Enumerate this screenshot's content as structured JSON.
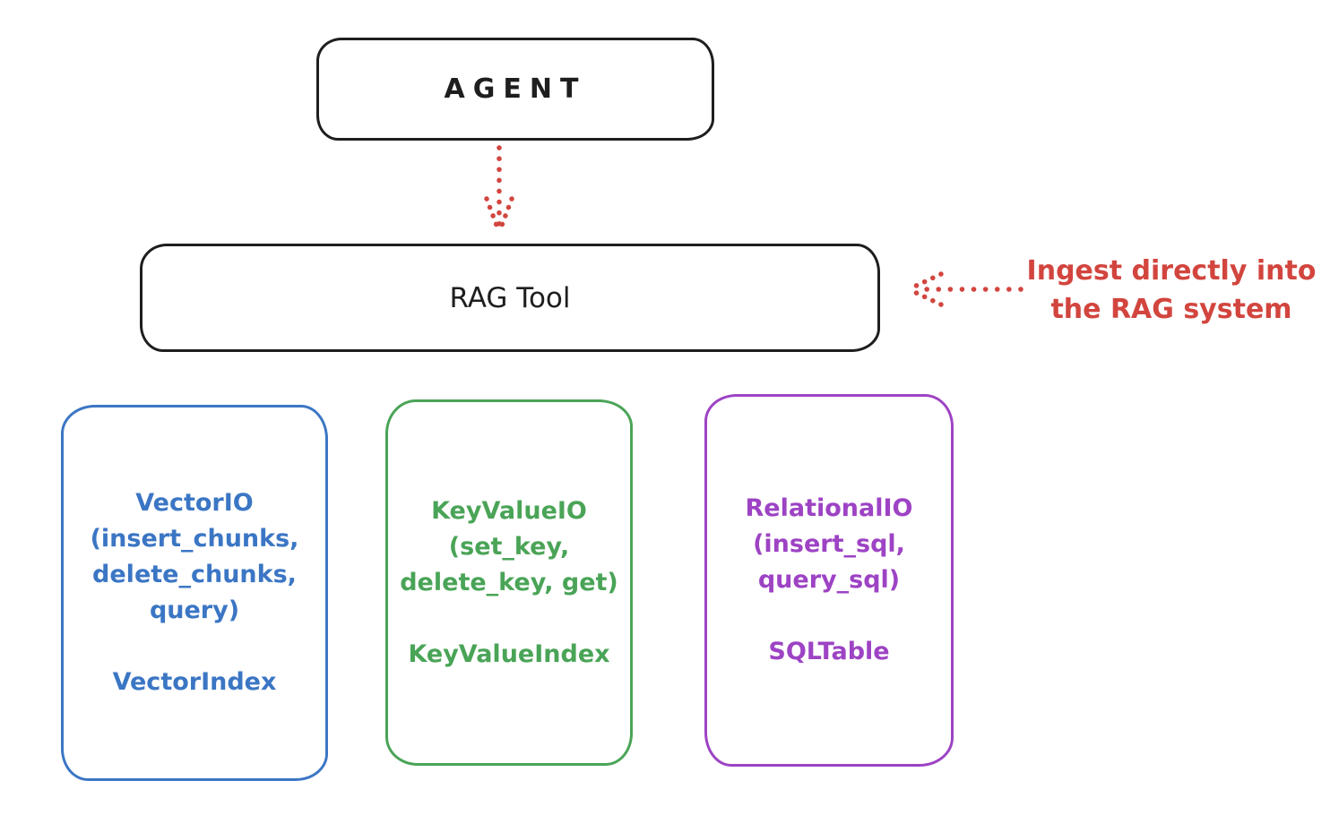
{
  "canvas": {
    "background": "#ffffff"
  },
  "colors": {
    "black_stroke": "#1e1e1e",
    "red": "#d2453e",
    "blue": "#3b76c4",
    "green": "#4aa457",
    "purple": "#9d43c4"
  },
  "agent_box": {
    "label": "AGENT"
  },
  "rag_tool_box": {
    "label": "RAG Tool"
  },
  "annotation": {
    "line1": "Ingest directly into",
    "line2": "the RAG system"
  },
  "arrows": [
    {
      "name": "agent-to-rag-tool",
      "style": "dotted",
      "color": "#d2453e",
      "direction": "down"
    },
    {
      "name": "annotation-to-rag-tool",
      "style": "dotted",
      "color": "#d2453e",
      "direction": "left"
    }
  ],
  "modules": [
    {
      "lines": [
        "VectorIO",
        "(insert_chunks,",
        "delete_chunks,",
        "query)"
      ],
      "index": "VectorIndex",
      "color": "#3b76c4"
    },
    {
      "lines": [
        "KeyValueIO",
        "(set_key,",
        "delete_key, get)"
      ],
      "index": "KeyValueIndex",
      "color": "#4aa457"
    },
    {
      "lines": [
        "RelationalIO",
        "(insert_sql,",
        "query_sql)"
      ],
      "index": "SQLTable",
      "color": "#9d43c4"
    }
  ]
}
